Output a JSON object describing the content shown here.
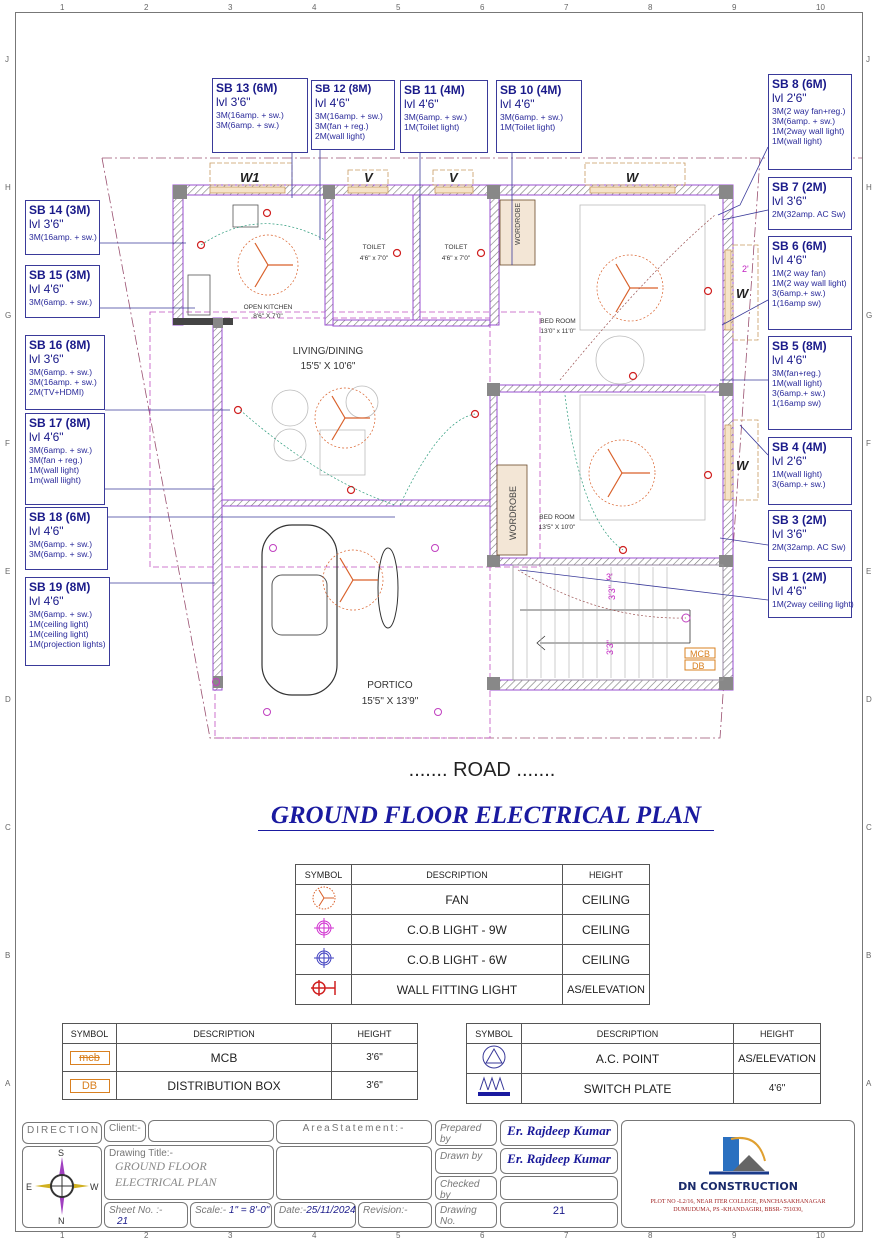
{
  "grid": {
    "columns": [
      "1",
      "2",
      "3",
      "4",
      "5",
      "6",
      "7",
      "8",
      "9",
      "10"
    ],
    "rows": [
      "J",
      "H",
      "G",
      "F",
      "E",
      "D",
      "C",
      "B",
      "A"
    ]
  },
  "switch_boards": {
    "sb13": {
      "title": "SB 13 (6M)",
      "level": "lvl 3'6\"",
      "items": [
        "3M(16amp. + sw.)",
        "3M(6amp. + sw.)"
      ]
    },
    "sb12": {
      "title": "SB 12 (8M)",
      "level": "lvl 4'6\"",
      "items": [
        "3M(16amp. + sw.)",
        "3M(fan + reg.)",
        "2M(wall light)"
      ]
    },
    "sb11": {
      "title": "SB 11 (4M)",
      "level": "lvl 4'6\"",
      "items": [
        "3M(6amp. + sw.)",
        "1M(Toilet light)"
      ]
    },
    "sb10": {
      "title": "SB 10 (4M)",
      "level": "lvl 4'6\"",
      "items": [
        "3M(6amp. + sw.)",
        "1M(Toilet light)"
      ]
    },
    "sb14": {
      "title": "SB 14 (3M)",
      "level": "lvl 3'6\"",
      "items": [
        "3M(16amp. + sw.)"
      ]
    },
    "sb15": {
      "title": "SB 15 (3M)",
      "level": "lvl 4'6\"",
      "items": [
        "3M(6amp. + sw.)"
      ]
    },
    "sb16": {
      "title": "SB 16 (8M)",
      "level": "lvl 3'6\"",
      "items": [
        "3M(6amp. + sw.)",
        "3M(16amp. + sw.)",
        "2M(TV+HDMI)"
      ]
    },
    "sb17": {
      "title": "SB 17 (8M)",
      "level": "lvl 4'6\"",
      "items": [
        "3M(6amp. + sw.)",
        "3M(fan + reg.)",
        "1M(wall light)",
        "1m(wall liight)"
      ]
    },
    "sb18": {
      "title": "SB 18 (6M)",
      "level": "lvl 4'6\"",
      "items": [
        "3M(6amp. + sw.)",
        "3M(6amp. + sw.)"
      ]
    },
    "sb19": {
      "title": "SB 19 (8M)",
      "level": "lvl 4'6\"",
      "items": [
        "3M(6amp. + sw.)",
        "1M(ceiling light)",
        "1M(ceiling light)",
        "1M(projection lights)"
      ]
    },
    "sb8": {
      "title": "SB 8 (6M)",
      "level": "lvl 2'6\"",
      "items": [
        "3M(2 way fan+reg.)",
        "3M(6amp. + sw.)",
        "1M(2way wall light)",
        "1M(wall light)"
      ]
    },
    "sb7": {
      "title": "SB 7 (2M)",
      "level": "lvl 3'6\"",
      "items": [
        "2M(32amp. AC Sw)"
      ]
    },
    "sb6": {
      "title": "SB 6 (6M)",
      "level": "lvl 4'6\"",
      "items": [
        "1M(2 way fan)",
        "1M(2 way wall light)",
        "3(6amp.+ sw.)",
        "1(16amp sw)"
      ]
    },
    "sb5": {
      "title": "SB 5 (8M)",
      "level": "lvl 4'6\"",
      "items": [
        "3M(fan+reg.)",
        "1M(wall light)",
        "3(6amp.+ sw.)",
        "1(16amp sw)"
      ]
    },
    "sb4": {
      "title": "SB 4 (4M)",
      "level": "lvl 2'6\"",
      "items": [
        "1M(wall light)",
        "3(6amp.+ sw.)"
      ]
    },
    "sb3": {
      "title": "SB 3 (2M)",
      "level": "lvl 3'6\"",
      "items": [
        "2M(32amp. AC Sw)"
      ]
    },
    "sb1": {
      "title": "SB 1 (2M)",
      "level": "lvl 4'6\"",
      "items": [
        "1M(2way ceiling light)"
      ]
    }
  },
  "plan": {
    "windows": {
      "w1": "W1",
      "v": "V",
      "w": "W"
    },
    "rooms": {
      "kitchen": {
        "name": "OPEN KITCHEN",
        "size": "8'6\" X 7'0\""
      },
      "toilet1": {
        "name": "TOILET",
        "size": "4'6\" x 7'0\""
      },
      "toilet2": {
        "name": "TOILET",
        "size": "4'6\" x 7'0\""
      },
      "living": {
        "name": "LIVING/DINING",
        "size": "15'5' X 10'6\""
      },
      "bed1": {
        "name": "BED ROOM",
        "size": "13'0\" x 11'0\""
      },
      "bed2": {
        "name": "BED ROOM",
        "size": "13'5\" X 10'0\""
      },
      "portico": {
        "name": "PORTICO",
        "size": "15'5\" X 13'9\""
      }
    },
    "wardrobe": "WORDROBE",
    "stair_dims": [
      "3'3\"",
      "3'3\"",
      "3'"
    ],
    "dim_2": "2'",
    "mcb": "MCB",
    "db": "DB",
    "road": "....... ROAD ......."
  },
  "drawing_title": "GROUND FLOOR ELECTRICAL PLAN",
  "legend_lights": {
    "headers": [
      "SYMBOL",
      "DESCRIPTION",
      "HEIGHT"
    ],
    "rows": [
      {
        "icon": "fan-icon",
        "description": "FAN",
        "height": "CEILING"
      },
      {
        "icon": "cob-light-9w-icon",
        "description": "C.O.B LIGHT - 9W",
        "height": "CEILING"
      },
      {
        "icon": "cob-light-6w-icon",
        "description": "C.O.B LIGHT - 6W",
        "height": "CEILING"
      },
      {
        "icon": "wall-light-icon",
        "description": "WALL FITTING LIGHT",
        "height": "AS/ELEVATION"
      }
    ]
  },
  "legend_boards": {
    "headers": [
      "SYMBOL",
      "DESCRIPTION",
      "HEIGHT"
    ],
    "rows": [
      {
        "symbol": "mcb",
        "description": "MCB",
        "height": "3'6\""
      },
      {
        "symbol": "DB",
        "description": "DISTRIBUTION BOX",
        "height": "3'6\""
      }
    ]
  },
  "legend_points": {
    "headers": [
      "SYMBOL",
      "DESCRIPTION",
      "HEIGHT"
    ],
    "rows": [
      {
        "icon": "ac-point-icon",
        "description": "A.C. POINT",
        "height": "AS/ELEVATION"
      },
      {
        "icon": "switch-plate-icon",
        "description": "SWITCH PLATE",
        "height": "4'6\""
      }
    ]
  },
  "title_block": {
    "direction": "DIRECTION",
    "compass": {
      "n": "N",
      "s": "S",
      "e": "E",
      "w": "W"
    },
    "client_label": "Client:-",
    "area_label": "AreaStatement:-",
    "drawing_title_label": "Drawing Title:-",
    "drawing_title": "GROUND FLOOR ELECTRICAL PLAN",
    "sheet_label": "Sheet No. :-",
    "sheet_value": "21",
    "scale_label": "Scale:-",
    "scale_value": "1\" = 8'-0\"",
    "date_label": "Date:-",
    "date_value": "25/11/2024",
    "revision_label": "Revision:-",
    "prepared_label": "Prepared by",
    "prepared_value": "Er. Rajdeep Kumar",
    "drawn_label": "Drawn by",
    "drawn_value": "Er. Rajdeep Kumar",
    "checked_label": "Checked by",
    "drawing_no_label": "Drawing No.",
    "drawing_no_value": "21",
    "company": "DN CONSTRUCTION",
    "address": "PLOT NO -L2/16, NEAR ITER COLLEGE, PANCHASAKHANAGAR DUMUDUMA, PS -KHANDAGIRI, BBSR- 751030,"
  },
  "colors": {
    "ink": "#1a1a8a",
    "wall": "#9a4fd0",
    "fan": "#d9602a",
    "light": "#d02020",
    "frame": "#777777"
  }
}
